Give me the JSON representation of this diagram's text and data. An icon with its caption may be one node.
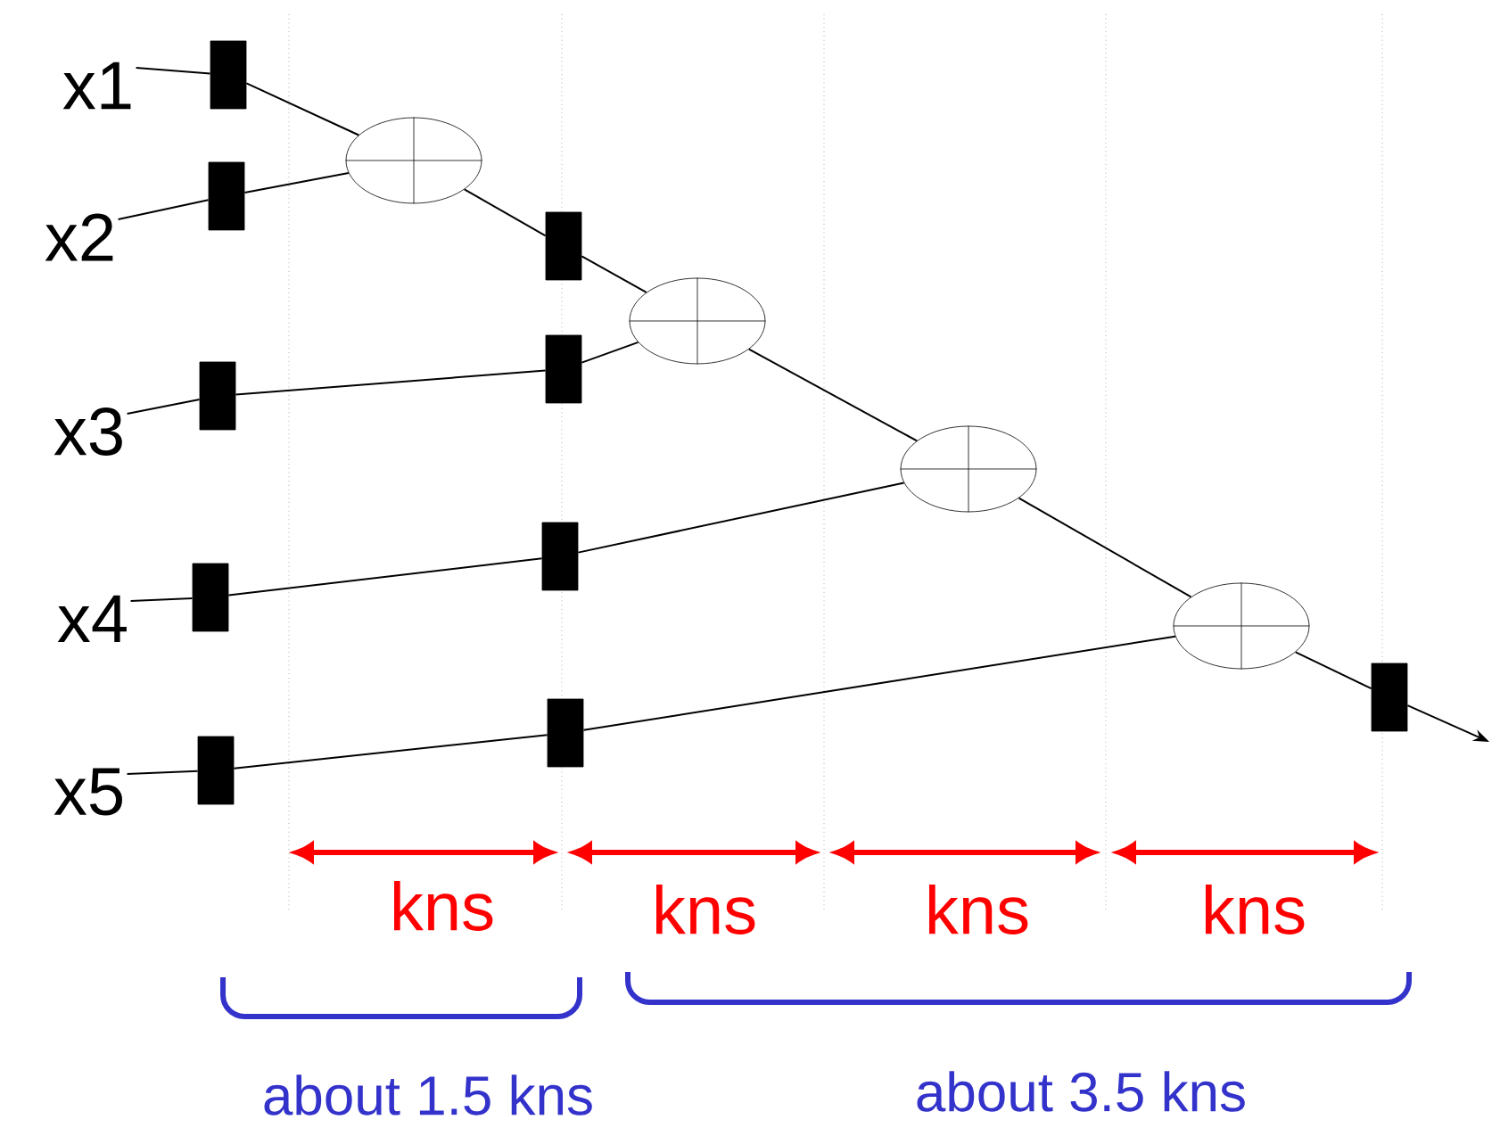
{
  "diagram": {
    "nodes": [
      {
        "text": [
          "x1"
        ]
      },
      {
        "text": [
          "x2"
        ]
      },
      {
        "text": [
          "x3"
        ]
      },
      {
        "text": [
          "x4"
        ]
      },
      {
        "text": [
          "x5"
        ]
      },
      {
        "text": [],
        "shape": "box"
      },
      {
        "text": [],
        "shape": "box"
      },
      {
        "text": [],
        "shape": "box"
      },
      {
        "text": [],
        "shape": "box"
      },
      {
        "text": [],
        "shape": "box"
      },
      {
        "text": [],
        "shape": "circle"
      },
      {
        "text": [],
        "shape": "box"
      },
      {
        "text": [],
        "shape": "box"
      },
      {
        "text": [],
        "shape": "circle"
      },
      {
        "text": [],
        "shape": "box"
      },
      {
        "text": [],
        "shape": "circle"
      },
      {
        "text": [],
        "shape": "box"
      },
      {
        "text": [],
        "shape": "circle"
      },
      {
        "text": [],
        "shape": "box"
      }
    ],
    "edges": [
      {
        "from": 0,
        "to": 5,
        "arrow": "none"
      },
      {
        "from": 5,
        "to": 10,
        "arrow": "none"
      },
      {
        "from": 1,
        "to": 6,
        "arrow": "none"
      },
      {
        "from": 6,
        "to": 10,
        "arrow": "none"
      },
      {
        "from": 10,
        "to": 11,
        "arrow": "none"
      },
      {
        "from": 11,
        "to": 13,
        "arrow": "none"
      },
      {
        "from": 2,
        "to": 7,
        "arrow": "none"
      },
      {
        "from": 7,
        "to": 12,
        "arrow": "none"
      },
      {
        "from": 12,
        "to": 13,
        "arrow": "none"
      },
      {
        "from": 13,
        "to": 15,
        "arrow": "none"
      },
      {
        "from": 3,
        "to": 8,
        "arrow": "none"
      },
      {
        "from": 8,
        "to": 14,
        "arrow": "none"
      },
      {
        "from": 14,
        "to": 15,
        "arrow": "none"
      },
      {
        "from": 15,
        "to": 17,
        "arrow": "none"
      },
      {
        "from": 4,
        "to": 9,
        "arrow": "none"
      },
      {
        "from": 9,
        "to": 16,
        "arrow": "none"
      },
      {
        "from": 16,
        "to": 17,
        "arrow": "none"
      },
      {
        "from": 17,
        "to": 18,
        "arrow": "none"
      },
      {
        "from": 18,
        "to": null,
        "arrow": "to"
      }
    ],
    "labels": [
      "kns",
      "kns",
      "kns",
      "kns",
      "about 1.5 kns",
      "about 3.5 kns"
    ]
  }
}
